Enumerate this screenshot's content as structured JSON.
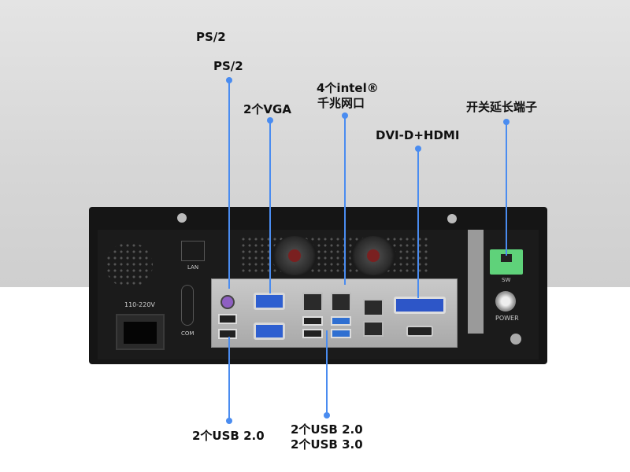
{
  "callouts": {
    "top_ps2": "PS/2",
    "ps2": "PS/2",
    "vga": "2个VGA",
    "lan_line1": "4个intel®",
    "lan_line2": "千兆网口",
    "dvi_hdmi": "DVI-D+HDMI",
    "switch": "开关延长端子",
    "usb_left": "2个USB 2.0",
    "usb_mid_line1": "2个USB 2.0",
    "usb_mid_line2": "2个USB 3.0"
  },
  "panel_labels": {
    "voltage": "110-220V",
    "lan": "LAN",
    "com": "COM",
    "sw": "SW",
    "power": "POWER"
  },
  "colors": {
    "callout": "#4a8cf0",
    "terminal": "#5fd27a"
  }
}
